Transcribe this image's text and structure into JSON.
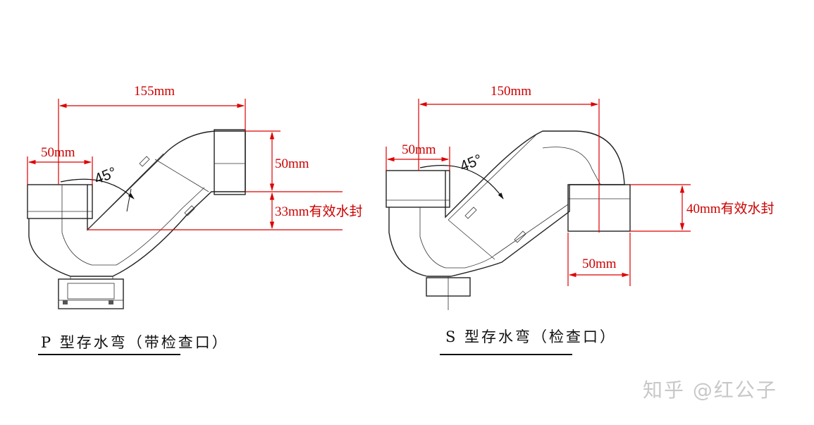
{
  "p_trap": {
    "caption": "P 型存水弯（带检查口）",
    "dim_width": "155mm",
    "dim_inlet": "50mm",
    "dim_outlet": "50mm",
    "dim_seal": "33mm有效水封",
    "angle": "45°"
  },
  "s_trap": {
    "caption": "S 型存水弯（检查口）",
    "dim_width": "150mm",
    "dim_inlet": "50mm",
    "dim_outlet": "50mm",
    "dim_seal": "40mm有效水封",
    "angle": "45°"
  },
  "watermark": "知乎 @红公子",
  "colors": {
    "dimension": "#dd0000",
    "outline": "#222222",
    "watermark": "#c8c8c8"
  }
}
